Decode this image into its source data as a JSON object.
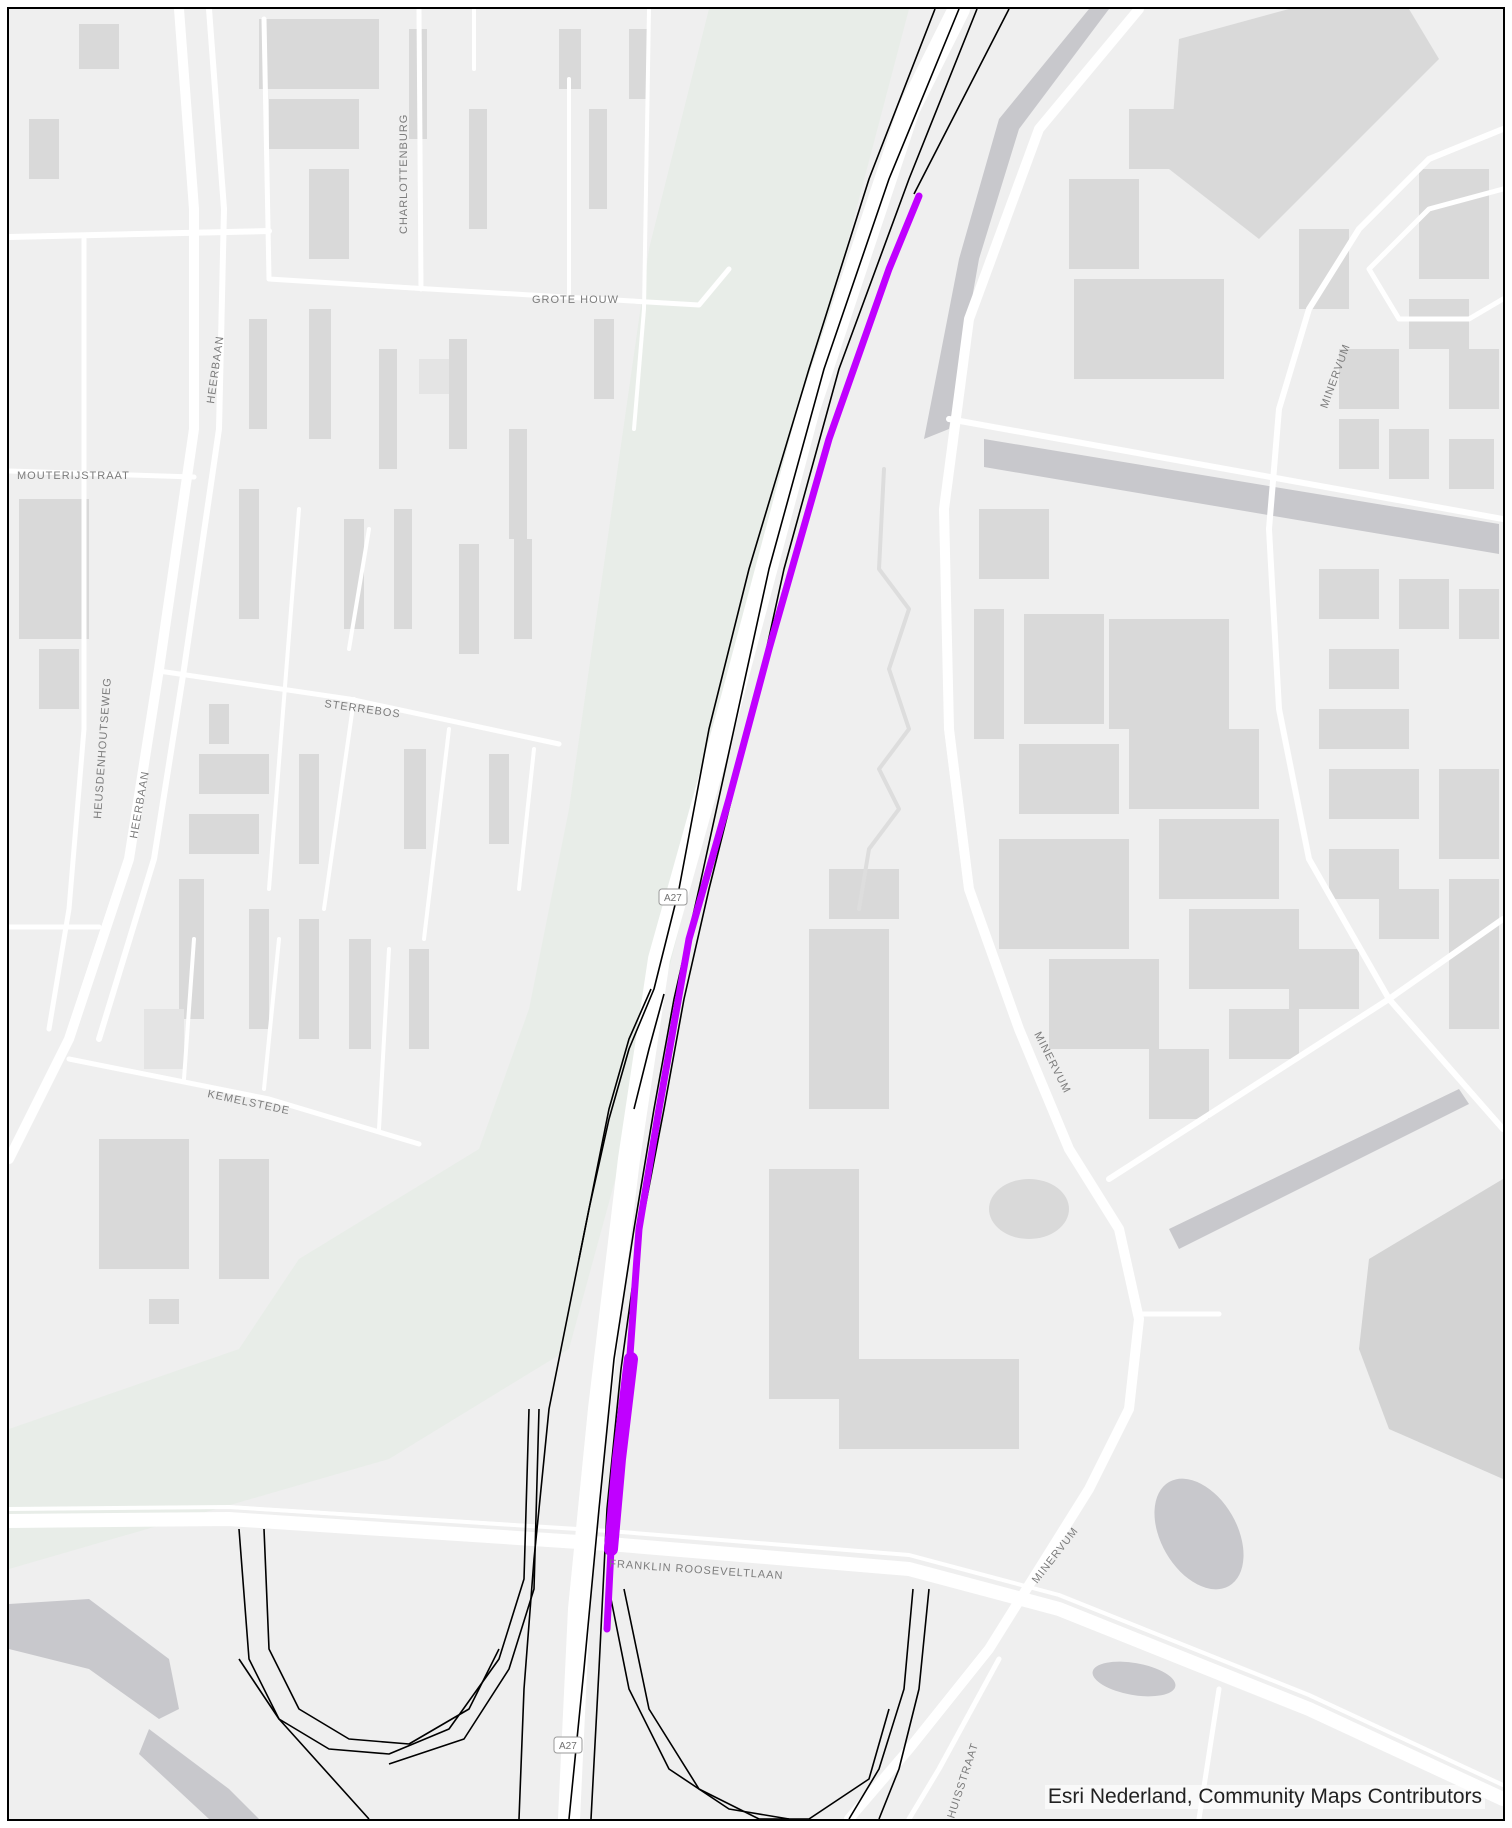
{
  "map": {
    "colors": {
      "background": "#efefef",
      "road": "#ffffff",
      "building": "#d9d9d9",
      "water": "#c8c8cc",
      "park": "#e8ede8",
      "route_outline": "#000000",
      "highlight": "#c000ff"
    },
    "street_labels": {
      "charlottenburg": "CHARLOTTENBURG",
      "grote_houw": "GROTE HOUW",
      "heerbaan_north": "HEERBAAN",
      "mouterijstraat": "MOUTERIJSTRAAT",
      "heusdenhoutseweg": "HEUSDENHOUTSEWEG",
      "heerbaan_south": "HEERBAAN",
      "sterrebos": "STERREBOS",
      "kemelstede": "KEMELSTEDE",
      "minervum_north": "MINERVUM",
      "minervum_mid": "MINERVUM",
      "minervum_south": "MINERVUM",
      "franklin_rooseveltlaan": "FRANKLIN ROOSEVELTLAAN",
      "huisstraat": "HUISSTRAAT"
    },
    "highway_shields": {
      "a27_upper": "A27",
      "a27_lower": "A27"
    },
    "attribution": "Esri Nederland, Community Maps Contributors"
  }
}
